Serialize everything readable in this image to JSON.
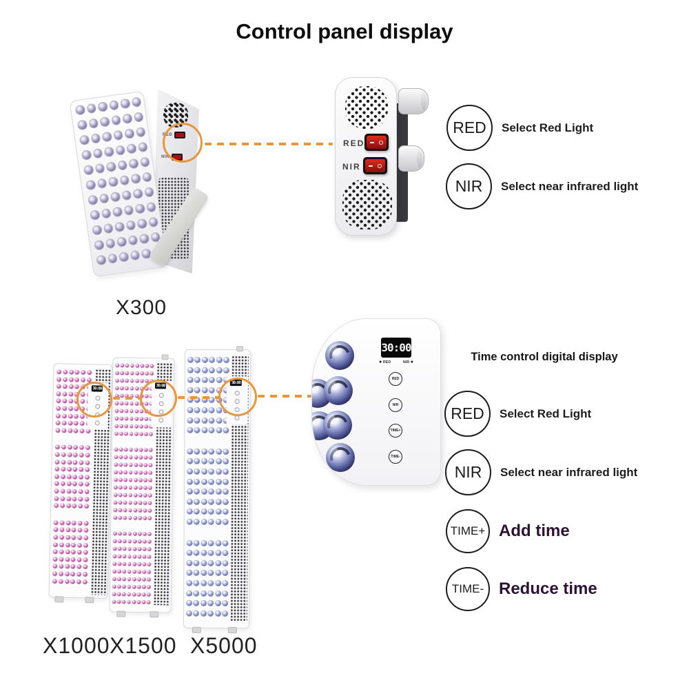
{
  "title": "Control panel display",
  "colors": {
    "accent_orange": "#e8953c",
    "callout_purple": "#2e1236",
    "switch_red": "#b01212"
  },
  "x300": {
    "label": "X300",
    "closeup": {
      "switches": [
        {
          "label": "RED"
        },
        {
          "label": "NIR"
        }
      ]
    },
    "callouts": [
      {
        "badge": "RED",
        "text": "Select Red Light"
      },
      {
        "badge": "NIR",
        "text": "Select near infrared light"
      }
    ]
  },
  "towers": {
    "labels": [
      "X1000",
      "X1500",
      "X5000"
    ],
    "closeup": {
      "display_value": "30:00",
      "indicator_left": "RED",
      "indicator_right": "NIR",
      "buttons": [
        "RED",
        "NIR",
        "TIME+",
        "TIME-"
      ]
    },
    "section_title": "Time control digital display",
    "callouts": [
      {
        "badge": "RED",
        "text": "Select Red Light"
      },
      {
        "badge": "NIR",
        "text": "Select near infrared light"
      },
      {
        "badge": "TIME+",
        "text": "Add time"
      },
      {
        "badge": "TIME-",
        "text": "Reduce time"
      }
    ]
  }
}
